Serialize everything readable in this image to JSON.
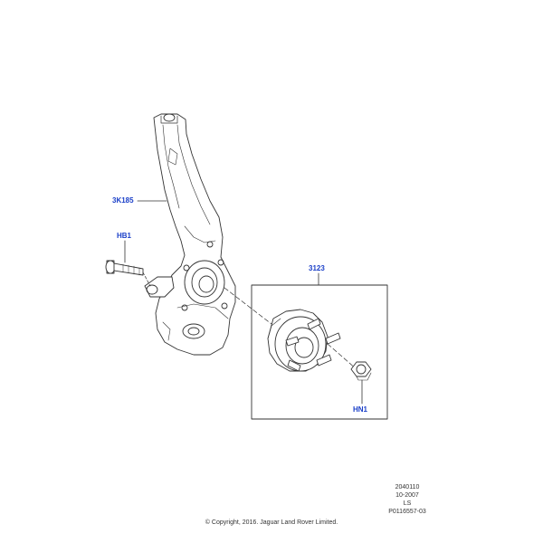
{
  "callouts": {
    "knuckle": "3K185",
    "bolt": "HB1",
    "hub_bearing": "3123",
    "nut": "HN1"
  },
  "drawing_info": {
    "line1": "2040110",
    "line2": "10-2007",
    "line3": "LS",
    "line4": "P0116557-03"
  },
  "copyright": "© Copyright, 2016. Jaguar Land Rover Limited.",
  "colors": {
    "callout": "#1a3fc8",
    "line_art": "#333333"
  }
}
